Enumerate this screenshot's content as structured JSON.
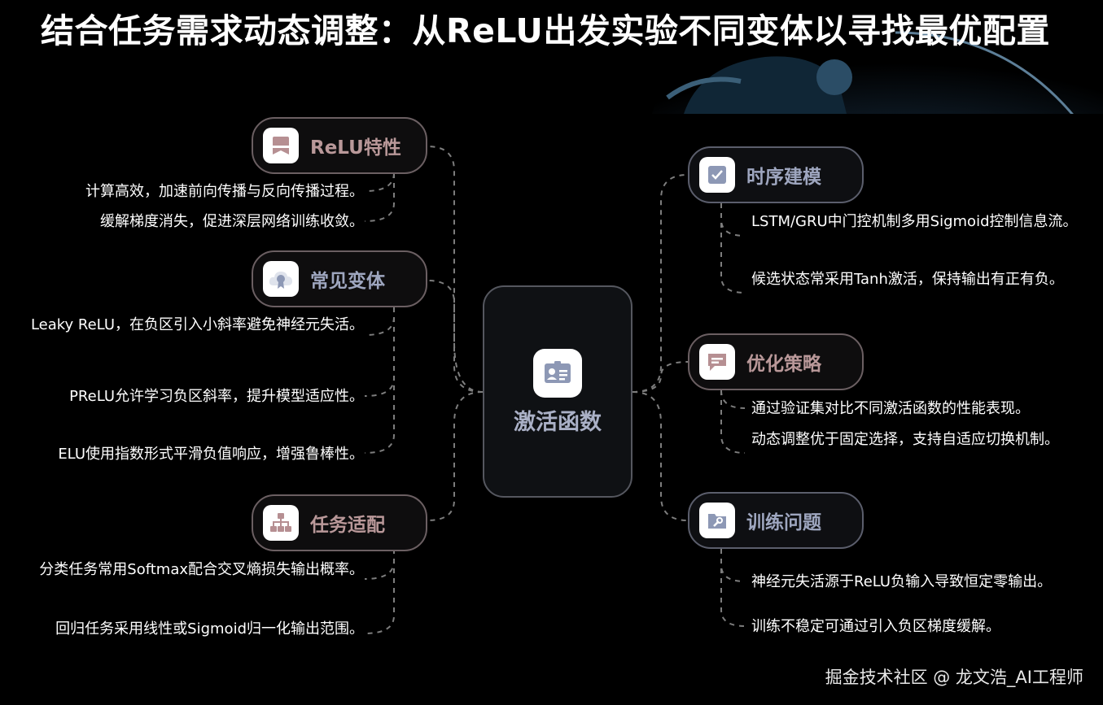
{
  "title": "结合任务需求动态调整：从ReLU出发实验不同变体以寻找最优配置",
  "center": {
    "label": "激活函数",
    "icon": "id-card-icon"
  },
  "left_branches": [
    {
      "label": "ReLU特性",
      "icon": "bookmark-icon",
      "color": "#b99899",
      "items": [
        "计算高效，加速前向传播与反向传播过程。",
        "缓解梯度消失，促进深层网络训练收敛。"
      ]
    },
    {
      "label": "常见变体",
      "icon": "cloud-medal-icon",
      "color": "#9ea6bf",
      "items": [
        "Leaky ReLU，在负区引入小斜率避免神经元失活。",
        "PReLU允许学习负区斜率，提升模型适应性。",
        "ELU使用指数形式平滑负值响应，增强鲁棒性。"
      ]
    },
    {
      "label": "任务适配",
      "icon": "org-chart-icon",
      "color": "#b99899",
      "items": [
        "分类任务常用Softmax配合交叉熵损失输出概率。",
        "回归任务采用线性或Sigmoid归一化输出范围。"
      ]
    }
  ],
  "right_branches": [
    {
      "label": "时序建模",
      "icon": "check-box-icon",
      "color": "#9ea6bf",
      "items": [
        "LSTM/GRU中门控机制多用Sigmoid控制信息流。",
        "候选状态常采用Tanh激活，保持输出有正有负。"
      ]
    },
    {
      "label": "优化策略",
      "icon": "chat-icon",
      "color": "#b99899",
      "items": [
        "通过验证集对比不同激活函数的性能表现。",
        "动态调整优于固定选择，支持自适应切换机制。"
      ]
    },
    {
      "label": "训练问题",
      "icon": "folder-wrench-icon",
      "color": "#9ea6bf",
      "items": [
        "神经元失活源于ReLU负输入导致恒定零输出。",
        "训练不稳定可通过引入负区梯度缓解。"
      ]
    }
  ],
  "watermark": "掘金技术社区 @ 龙文浩_AI工程师"
}
